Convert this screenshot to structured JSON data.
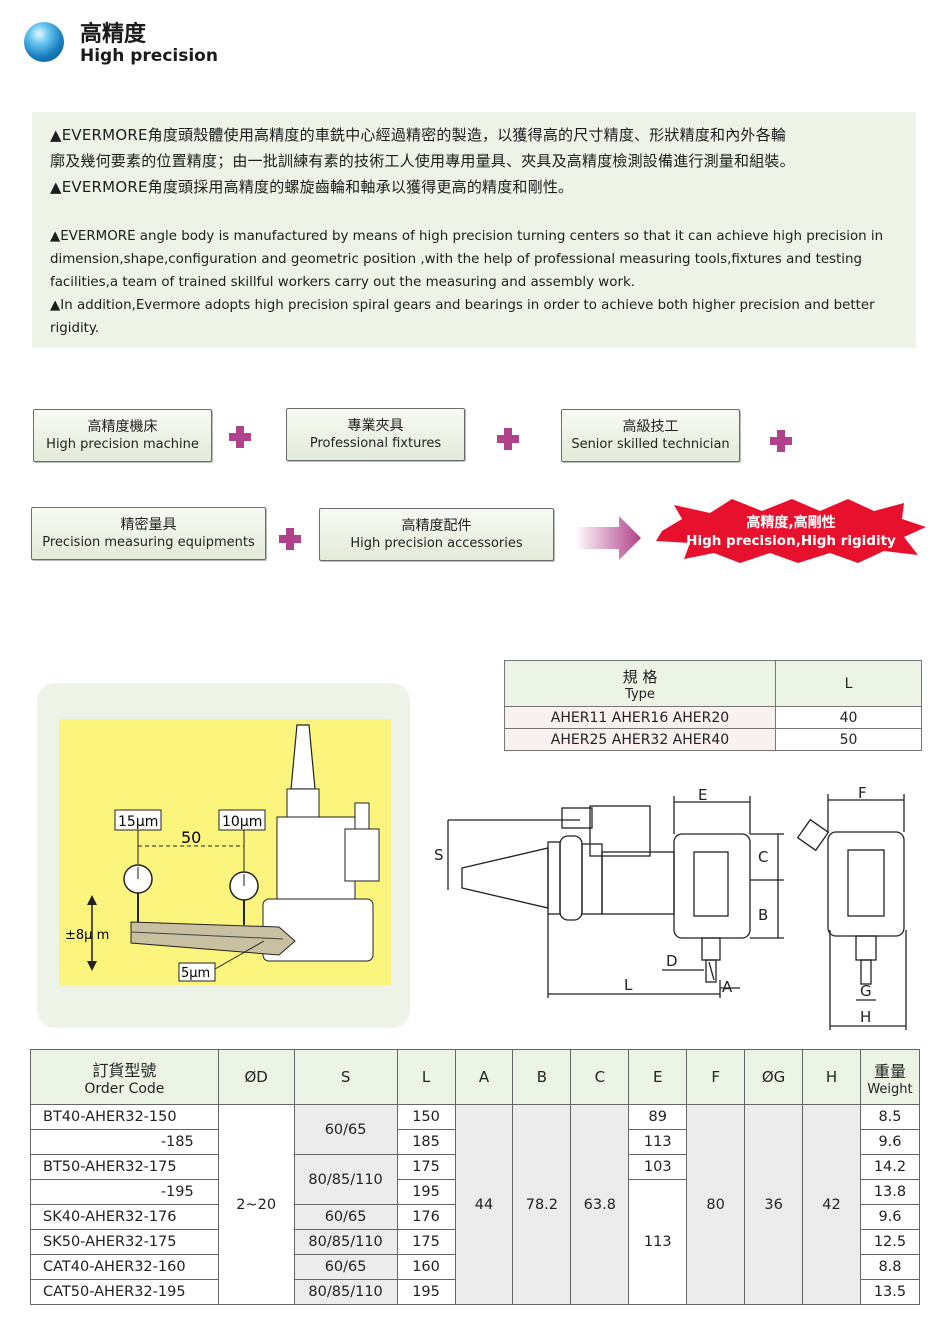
{
  "header": {
    "title_zh": "高精度",
    "title_en": "High precision"
  },
  "intro": {
    "zh": [
      "▲EVERMORE角度頭殼體使用高精度的車銑中心經過精密的製造，以獲得高的尺寸精度、形狀精度和內外各輪",
      "廓及幾何要素的位置精度；由一批訓練有素的技術工人使用專用量具、夾具及高精度檢測設備進行測量和組裝。",
      "▲EVERMORE角度頭採用高精度的螺旋齒輪和軸承以獲得更高的精度和剛性。"
    ],
    "en": [
      "▲EVERMORE angle body is manufactured by means of high precision turning centers so that it can achieve high precision in",
      "dimension,shape,configuration and geometric position ,with the help of professional measuring tools,fixtures and testing",
      "facilities,a team of trained skillful workers carry out the measuring and assembly work.",
      "▲In addition,Evermore adopts high precision spiral gears and bearings in order to achieve both higher precision and better",
      "rigidity."
    ]
  },
  "formula": {
    "boxes": [
      {
        "zh": "高精度機床",
        "en": "High precision machine"
      },
      {
        "zh": "專業夾具",
        "en": "Professional fixtures"
      },
      {
        "zh": "高級技工",
        "en": "Senior skilled technician"
      },
      {
        "zh": "精密量具",
        "en": "Precision measuring equipments"
      },
      {
        "zh": "高精度配件",
        "en": "High precision accessories"
      }
    ],
    "result": {
      "zh": "高精度,高剛性",
      "en": "High precision,High rigidity"
    },
    "colors": {
      "plus": "#b0418a",
      "burst": "#e8112d",
      "arrow": "#b0418a"
    }
  },
  "diagram": {
    "labels": {
      "d15": "15μm",
      "d10": "10μm",
      "dist": "50",
      "tol": "±8μ m",
      "runout": "5μm"
    },
    "dims": {
      "E": "E",
      "F": "F",
      "S": "S",
      "C": "C",
      "B": "B",
      "D": "D",
      "L": "L",
      "A": "A",
      "G": "G",
      "H": "H"
    }
  },
  "spec_table": {
    "header": {
      "type_zh": "規 格",
      "type_en": "Type",
      "l": "L"
    },
    "rows": [
      {
        "type": "AHER11  AHER16  AHER20",
        "l": "40"
      },
      {
        "type": "AHER25  AHER32  AHER40",
        "l": "50"
      }
    ]
  },
  "main_table": {
    "headers": {
      "code_zh": "訂貨型號",
      "code_en": "Order Code",
      "d": "ØD",
      "s": "S",
      "l": "L",
      "a": "A",
      "b": "B",
      "c": "C",
      "e": "E",
      "f": "F",
      "g": "ØG",
      "h": "H",
      "w_zh": "重量",
      "w_en": "Weight"
    },
    "codes": [
      "BT40-AHER32-150",
      "-185",
      "BT50-AHER32-175",
      "-195",
      "SK40-AHER32-176",
      "SK50-AHER32-175",
      "CAT40-AHER32-160",
      "CAT50-AHER32-195"
    ],
    "d": "2~20",
    "s": [
      "60/65",
      "80/85/110",
      "60/65",
      "80/85/110",
      "60/65",
      "80/85/110"
    ],
    "l": [
      "150",
      "185",
      "175",
      "195",
      "176",
      "175",
      "160",
      "195"
    ],
    "a": "44",
    "b": "78.2",
    "c": "63.8",
    "e": [
      "89",
      "113",
      "103",
      "113"
    ],
    "f": "80",
    "g": "36",
    "h": "42",
    "weight": [
      "8.5",
      "9.6",
      "14.2",
      "13.8",
      "9.6",
      "12.5",
      "8.8",
      "13.5"
    ]
  }
}
